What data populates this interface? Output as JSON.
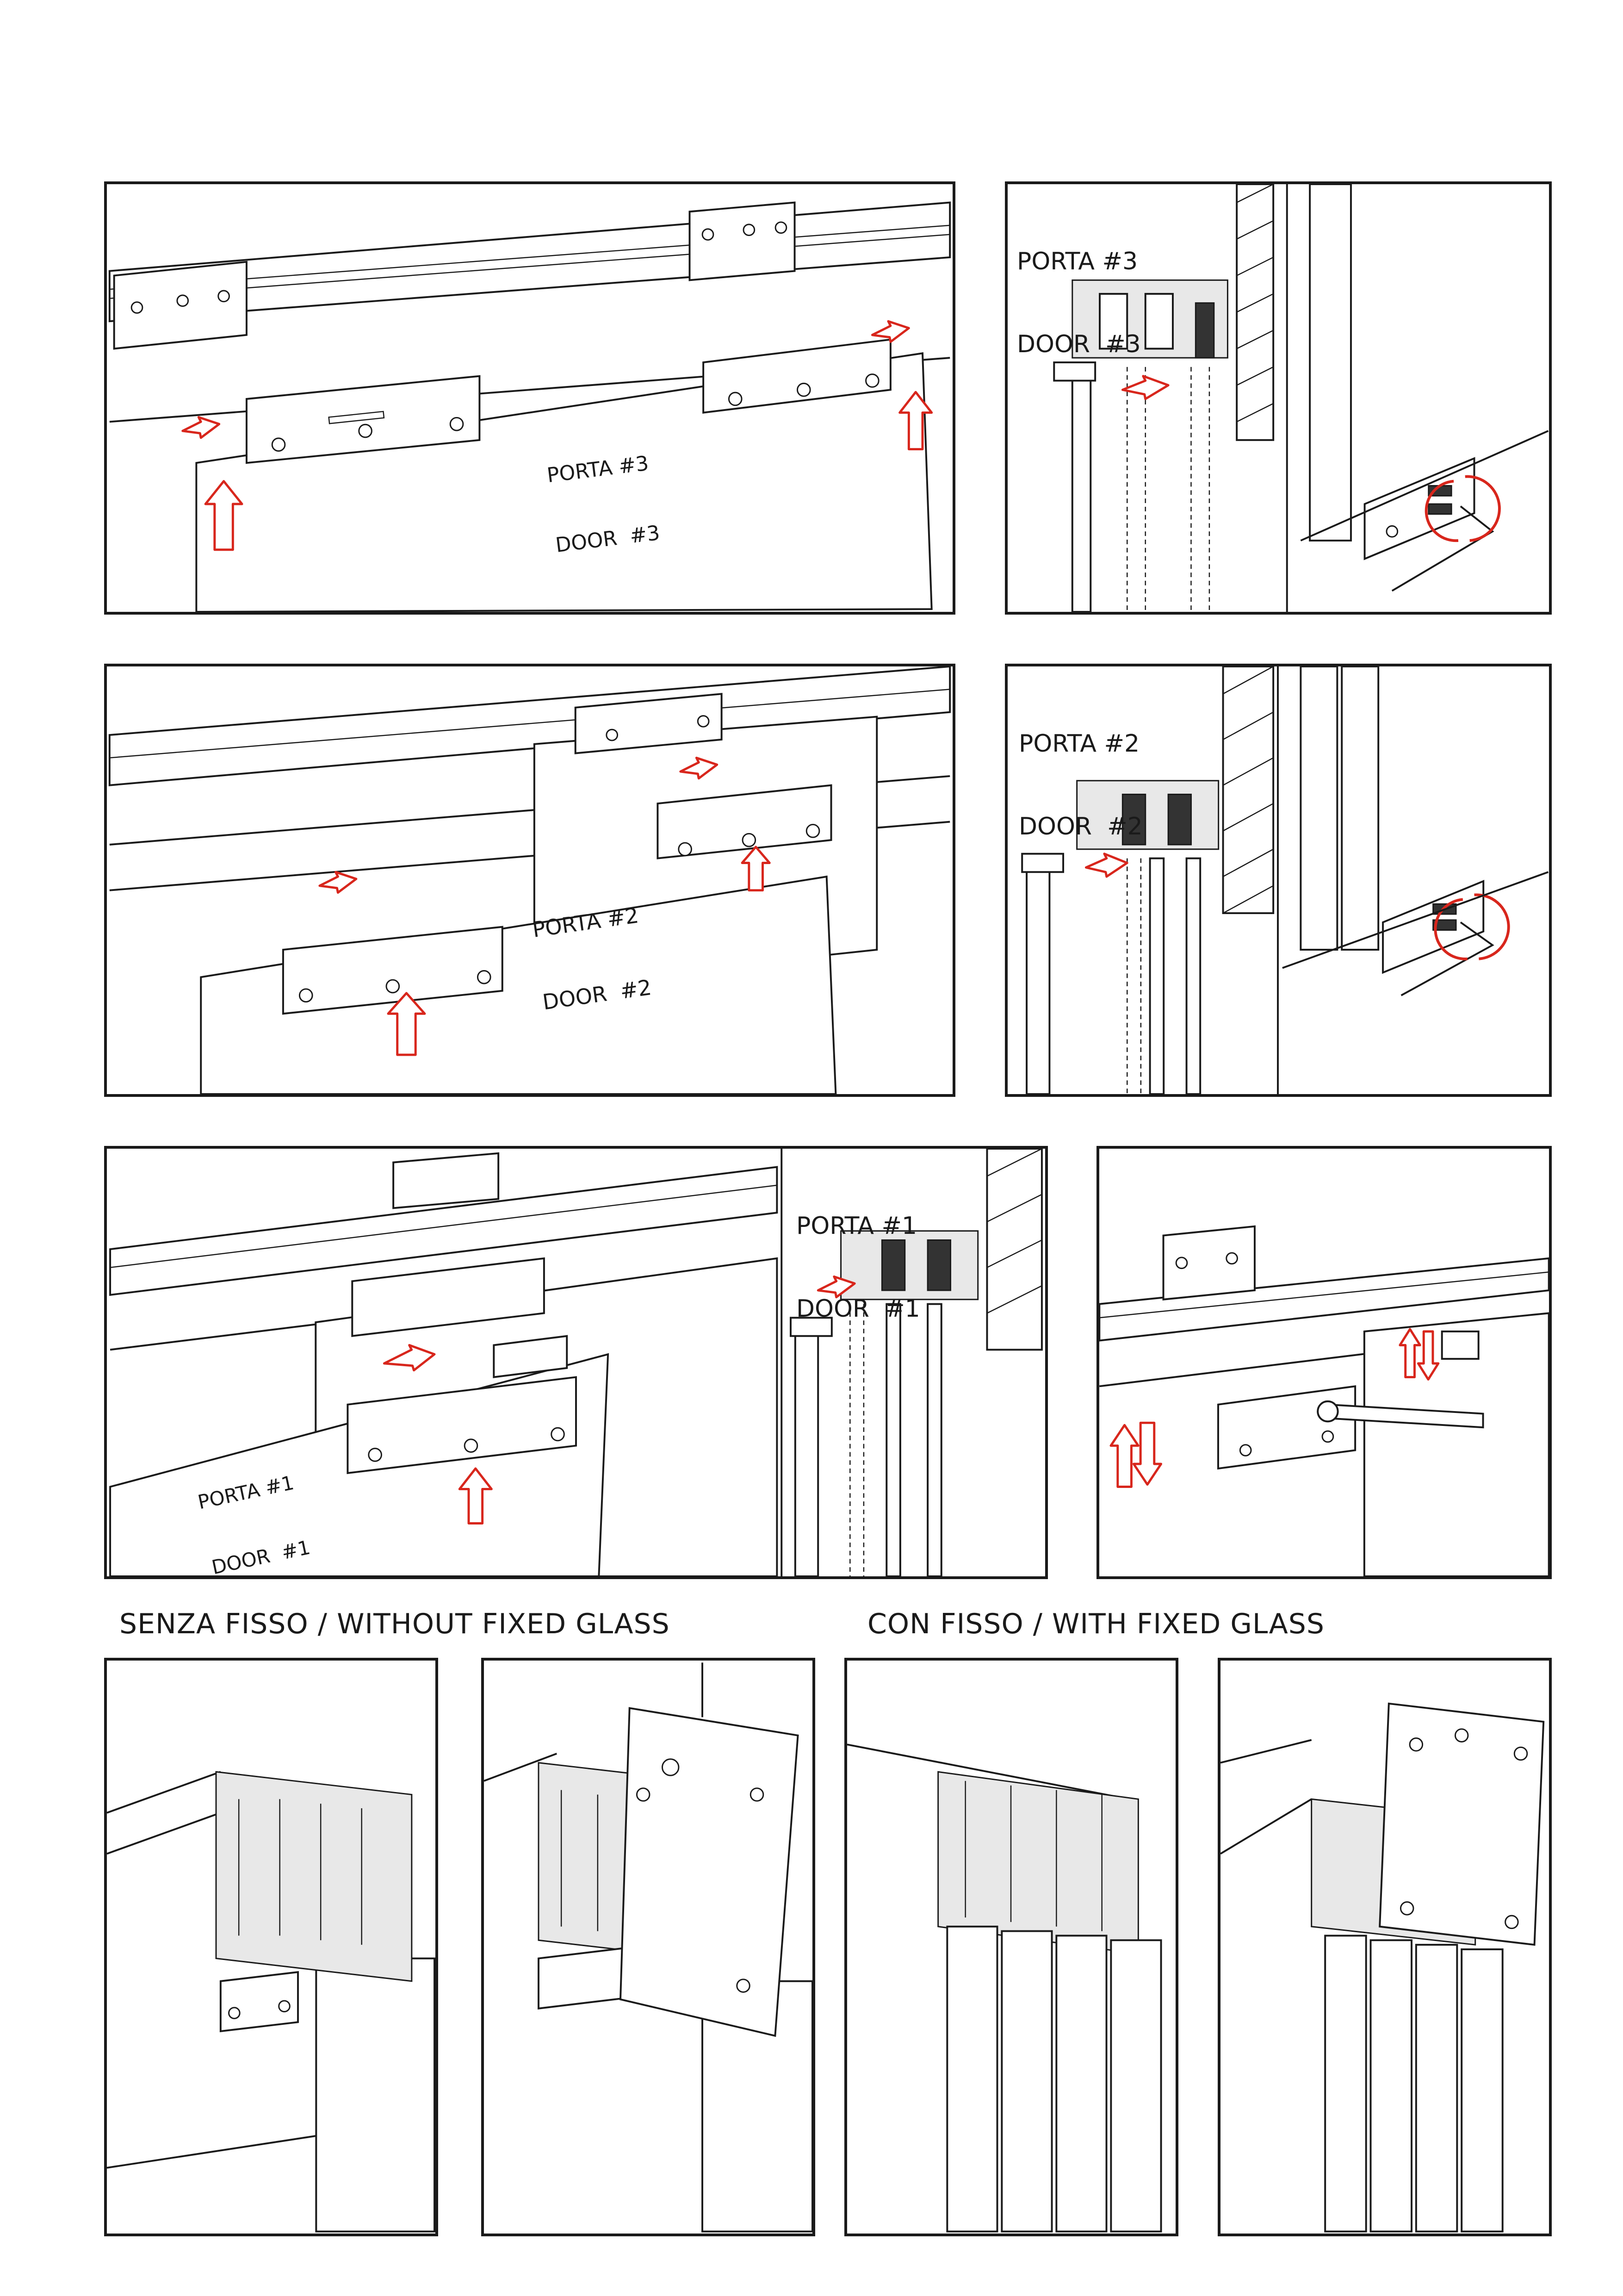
{
  "labels": {
    "door3": {
      "porta": "PORTA #3",
      "door": "DOOR  #3"
    },
    "door2": {
      "porta": "PORTA #2",
      "door": "DOOR  #2"
    },
    "door1": {
      "porta": "PORTA #1",
      "door": "DOOR  #1"
    }
  },
  "sections": {
    "without_fixed": "SENZA FISSO / WITHOUT FIXED GLASS",
    "with_fixed": "CON FISSO / WITH FIXED GLASS"
  },
  "colors": {
    "line": "#1a1a1a",
    "accent": "#d8261c"
  },
  "icons": [
    "up-arrow-icon",
    "right-arrow-icon",
    "rotate-arrows-icon",
    "hex-key-icon",
    "spanner-icon"
  ]
}
